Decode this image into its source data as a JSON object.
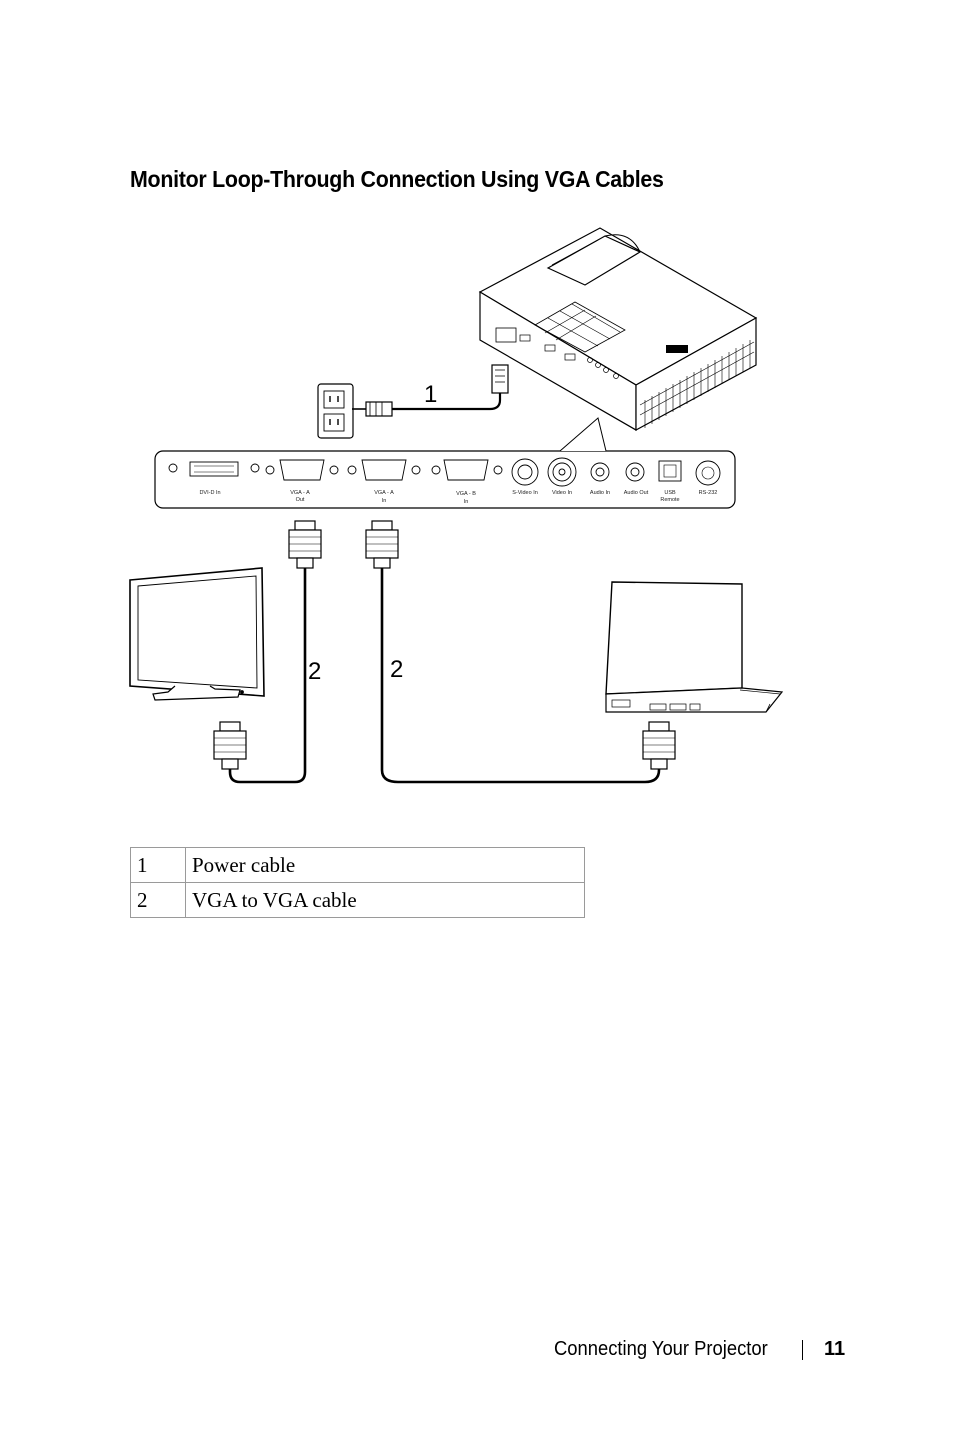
{
  "title": "Monitor Loop-Through Connection Using VGA Cables",
  "diagram": {
    "ports": [
      {
        "name": "dvi-d-in",
        "label": "DVI-D In",
        "label2": ""
      },
      {
        "name": "vga-a-out",
        "label": "VGA - A",
        "label2": "Out"
      },
      {
        "name": "vga-a-in",
        "label": "VGA - A",
        "label2": "In"
      },
      {
        "name": "vga-b-in",
        "label": "VGA - B",
        "label2": "In"
      },
      {
        "name": "s-video-in",
        "label": "S-Video In",
        "label2": ""
      },
      {
        "name": "video-in",
        "label": "Video In",
        "label2": ""
      },
      {
        "name": "audio-in",
        "label": "Audio In",
        "label2": ""
      },
      {
        "name": "audio-out",
        "label": "Audio Out",
        "label2": ""
      },
      {
        "name": "usb-remote",
        "label": "USB",
        "label2": "Remote"
      },
      {
        "name": "rs-232",
        "label": "RS-232",
        "label2": ""
      }
    ],
    "callouts": {
      "power": "1",
      "vga_left": "2",
      "vga_right": "2"
    }
  },
  "legend": [
    {
      "number": "1",
      "description": "Power cable"
    },
    {
      "number": "2",
      "description": "VGA to VGA cable"
    }
  ],
  "footer": {
    "section": "Connecting Your Projector",
    "page": "11"
  }
}
